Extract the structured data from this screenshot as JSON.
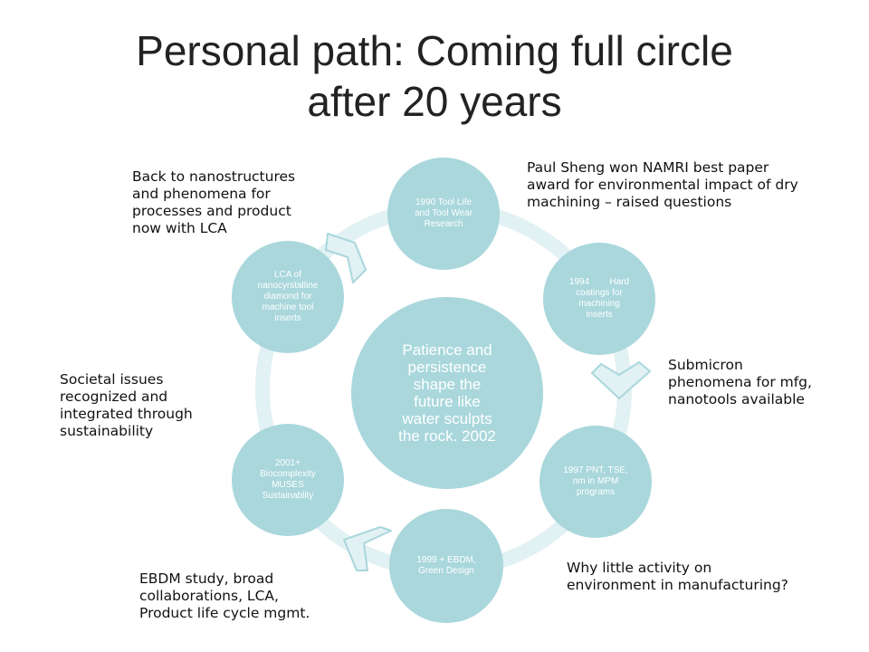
{
  "title": {
    "line1": "Personal path: Coming full circle",
    "line2": "after 20 years"
  },
  "center": {
    "lines": [
      "Patience and",
      "persistence",
      "shape the",
      "future like",
      "water sculpts",
      "the rock. 2002"
    ]
  },
  "nodes": [
    {
      "lines": [
        "1990 Tool Life",
        "and Tool Wear",
        "Research"
      ]
    },
    {
      "lines": [
        "1994        Hard",
        "coatings for",
        "machining",
        "inserts"
      ]
    },
    {
      "lines": [
        "1997 PNT, TSE,",
        "nm in MPM",
        "programs"
      ]
    },
    {
      "lines": [
        "1999 + EBDM,",
        "Green Design"
      ]
    },
    {
      "lines": [
        "2001+",
        "Biocomplexity",
        "MUSES",
        "Sustainablity"
      ]
    },
    {
      "lines": [
        "LCA of",
        "nanocyrstalline",
        "diamond for",
        "machine tool",
        "inserts"
      ]
    }
  ],
  "notes": {
    "top_right": [
      "Paul Sheng won NAMRI best paper",
      "award for environmental impact of dry",
      "machining – raised questions"
    ],
    "mid_right": [
      "Submicron",
      "phenomena for mfg,",
      "nanotools available"
    ],
    "bottom_right": [
      "Why little activity on",
      "environment in manufacturing?"
    ],
    "bottom_left": [
      "EBDM study, broad",
      "collaborations, LCA,",
      "Product life cycle mgmt."
    ],
    "mid_left": [
      "Societal issues",
      "recognized and",
      "integrated  through",
      "sustainability"
    ],
    "top_left": [
      "Back to nanostructures",
      "and phenomena for",
      "processes and product",
      "now with LCA"
    ]
  },
  "colors": {
    "node_fill": "#a9d7dc",
    "ring": "#e2f1f3",
    "arrow_fill": "#e2f1f3",
    "arrow_stroke": "#a9d7dc",
    "node_text": "#ffffff"
  }
}
